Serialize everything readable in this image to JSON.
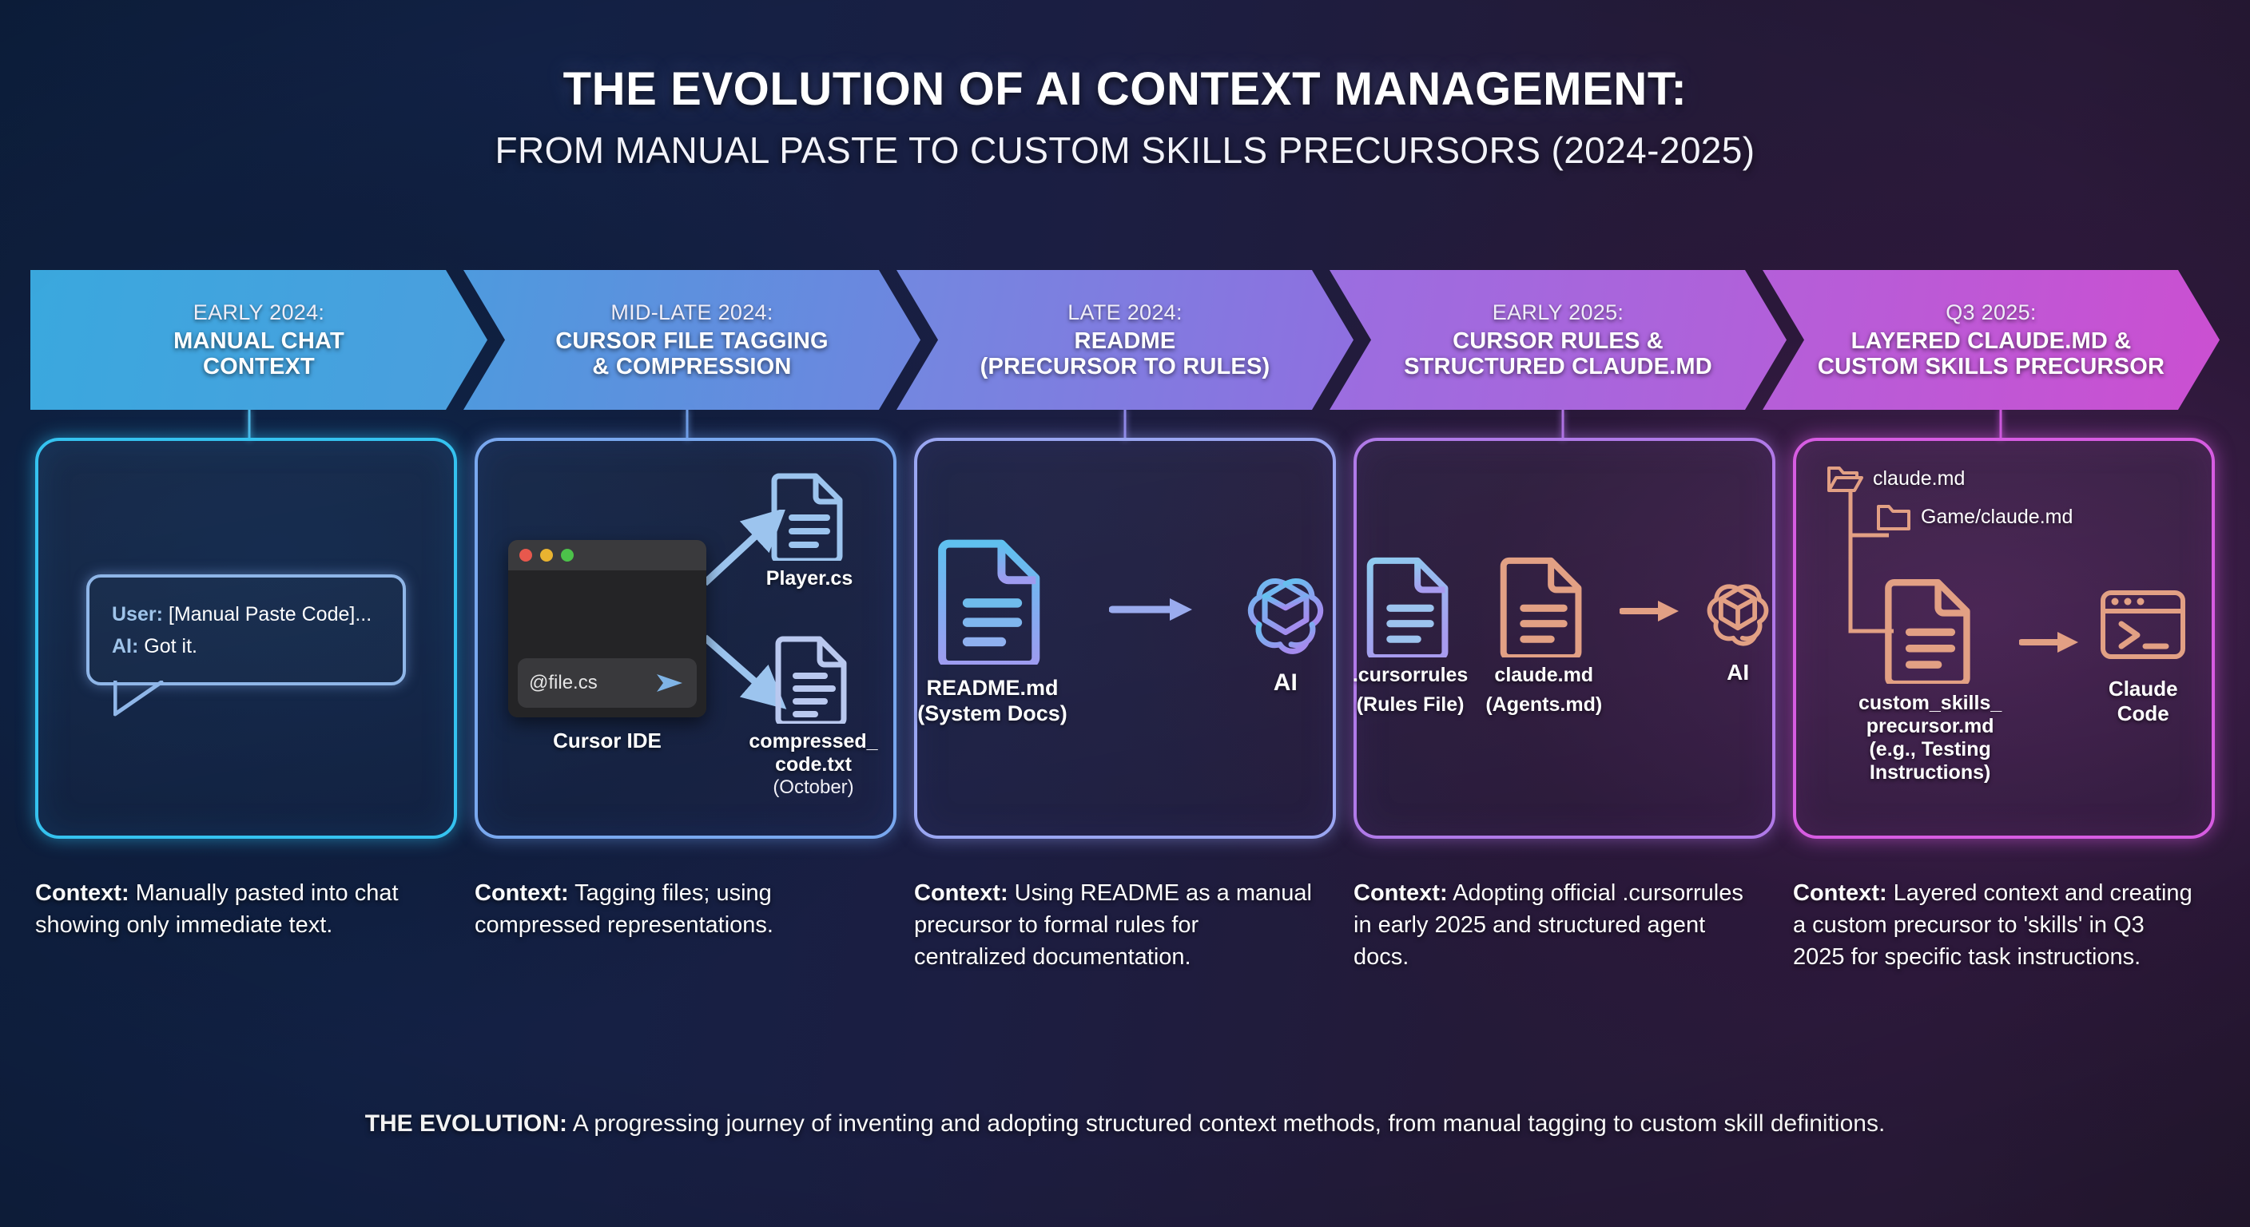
{
  "title": {
    "line1": "THE EVOLUTION OF AI CONTEXT MANAGEMENT:",
    "line2": "FROM MANUAL PASTE TO CUSTOM SKILLS PRECURSORS (2024-2025)"
  },
  "phases": [
    {
      "era": "EARLY 2024:",
      "name": "MANUAL CHAT\nCONTEXT",
      "color": "#3aa8de"
    },
    {
      "era": "MID-LATE 2024:",
      "name": "CURSOR FILE TAGGING\n& COMPRESSION",
      "color": "#5c93de"
    },
    {
      "era": "LATE 2024:",
      "name": "README\n(PRECURSOR TO RULES)",
      "color": "#8078e0"
    },
    {
      "era": "EARLY 2025:",
      "name": "CURSOR RULES &\nSTRUCTURED CLAUDE.MD",
      "color": "#a666dd"
    },
    {
      "era": "Q3 2025:",
      "name": "LAYERED CLAUDE.MD &\nCUSTOM SKILLS PRECURSOR",
      "color": "#c455d6"
    }
  ],
  "card1": {
    "user_label": "User:",
    "user_text": " [Manual Paste Code]...",
    "ai_label": "AI:",
    "ai_text": " Got it."
  },
  "card2": {
    "prompt_value": "@file.cs",
    "ide_label": "Cursor IDE",
    "file_a": "Player.cs",
    "file_b_name": "compressed_\ncode.txt",
    "file_b_sub": "(October)"
  },
  "card3": {
    "doc_name": "README.md",
    "doc_sub": "(System Docs)",
    "ai_label": "AI"
  },
  "card4": {
    "doc1_name": ".cursorrules",
    "doc1_sub": "(Rules File)",
    "doc2_name": "claude.md",
    "doc2_sub": "(Agents.md)",
    "ai_label": "AI"
  },
  "card5": {
    "tree_root": "claude.md",
    "tree_child": "Game/claude.md",
    "doc_name": "custom_skills_\nprecursor.md",
    "doc_sub": "(e.g., Testing\nInstructions)",
    "terminal_label": "Claude\nCode"
  },
  "contexts": [
    {
      "label": "Context:",
      "text": " Manually pasted into chat showing only immediate text."
    },
    {
      "label": "Context:",
      "text": " Tagging files; using compressed representations."
    },
    {
      "label": "Context:",
      "text": " Using README as a manual precursor to formal rules for centralized documentation."
    },
    {
      "label": "Context:",
      "text": " Adopting official .cursorrules in early 2025 and structured agent docs."
    },
    {
      "label": "Context:",
      "text": " Layered context and creating a custom precursor to 'skills' in Q3 2025 for specific task instructions."
    }
  ],
  "footer": {
    "label": "THE EVOLUTION:",
    "text": " A progressing journey of inventing and adopting structured context methods, from manual tagging to custom skill definitions."
  },
  "colors": {
    "bg_left": "#0e1f3d",
    "bg_right": "#251831",
    "accent_blue": "#35c3f0",
    "accent_purple": "#d75ce2",
    "doc_blue": "#8fc2ef",
    "doc_orange": "#e8a184"
  }
}
